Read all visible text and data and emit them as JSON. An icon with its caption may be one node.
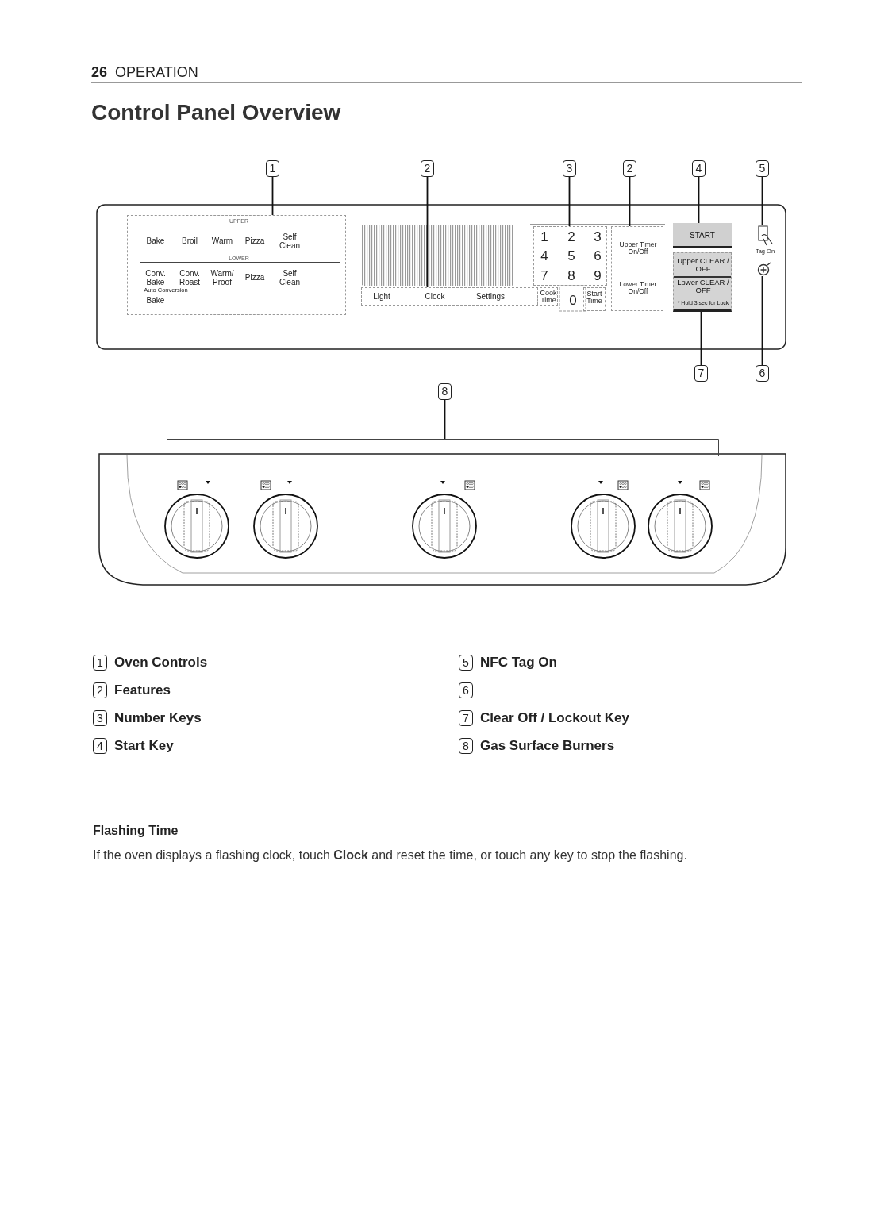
{
  "diagram": {
    "title": "Control Panel Overview",
    "nodes": [
      {
        "text": [
          "1"
        ]
      },
      {
        "text": [
          "2"
        ]
      },
      {
        "text": [
          "3"
        ]
      },
      {
        "text": [
          "2"
        ]
      },
      {
        "text": [
          "4"
        ]
      },
      {
        "text": [
          "5"
        ]
      },
      {
        "text": [
          "7"
        ]
      },
      {
        "text": [
          "6"
        ]
      },
      {
        "text": [
          "8"
        ]
      },
      {
        "text": [
          "UPPER",
          "Bake",
          "Broil",
          "Warm",
          "Pizza",
          "Self Clean",
          "LOWER",
          "Conv. Bake",
          "Conv. Roast",
          "Warm/ Proof",
          "Pizza",
          "Self Clean",
          "Auto Conversion",
          "Bake"
        ]
      },
      {
        "text": [
          "Light",
          "Clock",
          "Settings",
          "Cook Time"
        ]
      },
      {
        "text": [
          "1",
          "2",
          "3",
          "4",
          "5",
          "6",
          "7",
          "8",
          "9",
          "0"
        ]
      },
      {
        "text": [
          "Upper Timer On/Off",
          "Lower Timer On/Off"
        ]
      },
      {
        "text": [
          "START"
        ]
      },
      {
        "text": [],
        "shape": "picture",
        "beside": [
          "Tag On"
        ]
      },
      {
        "text": [
          "Upper CLEAR / OFF",
          "Lower CLEAR / OFF",
          "* Hold 3 sec for Lock"
        ]
      },
      {
        "text": [],
        "shape": "circle"
      },
      {
        "text": [],
        "shape": "bracket"
      },
      {
        "text": [
          "1"
        ],
        "beside": [
          "Oven Controls"
        ]
      },
      {
        "text": [
          "2"
        ],
        "beside": [
          "Features"
        ]
      },
      {
        "text": [
          "3"
        ],
        "beside": [
          "Number Keys"
        ]
      },
      {
        "text": [
          "4"
        ],
        "beside": [
          "Start Key"
        ]
      },
      {
        "text": [
          "5"
        ],
        "beside": [
          "NFC Tag On"
        ]
      },
      {
        "text": [
          "6"
        ]
      },
      {
        "text": [
          "7"
        ],
        "beside": [
          "Clear Off / Lockout Key"
        ]
      },
      {
        "text": [
          "8"
        ],
        "beside": [
          "Gas Surface Burners"
        ]
      }
    ],
    "edges": [
      {
        "from": 0,
        "to": 9,
        "arrow": "none"
      },
      {
        "from": 1,
        "to": 10,
        "arrow": "none"
      },
      {
        "from": 2,
        "to": 11,
        "arrow": "none"
      },
      {
        "from": 3,
        "to": 12,
        "arrow": "none"
      },
      {
        "from": 4,
        "to": 13,
        "arrow": "none"
      },
      {
        "from": 5,
        "to": 14,
        "arrow": "none"
      },
      {
        "from": 6,
        "to": 15,
        "arrow": "none"
      },
      {
        "from": 7,
        "to": 16,
        "arrow": "none"
      },
      {
        "from": 8,
        "to": 17,
        "arrow": "none"
      }
    ],
    "labels": [
      "26",
      "OPERATION",
      "Start Time",
      "Flashing Time",
      "If the oven displays a flashing clock, touch **Clock** and reset the time, or touch any key to stop the flashing."
    ]
  }
}
